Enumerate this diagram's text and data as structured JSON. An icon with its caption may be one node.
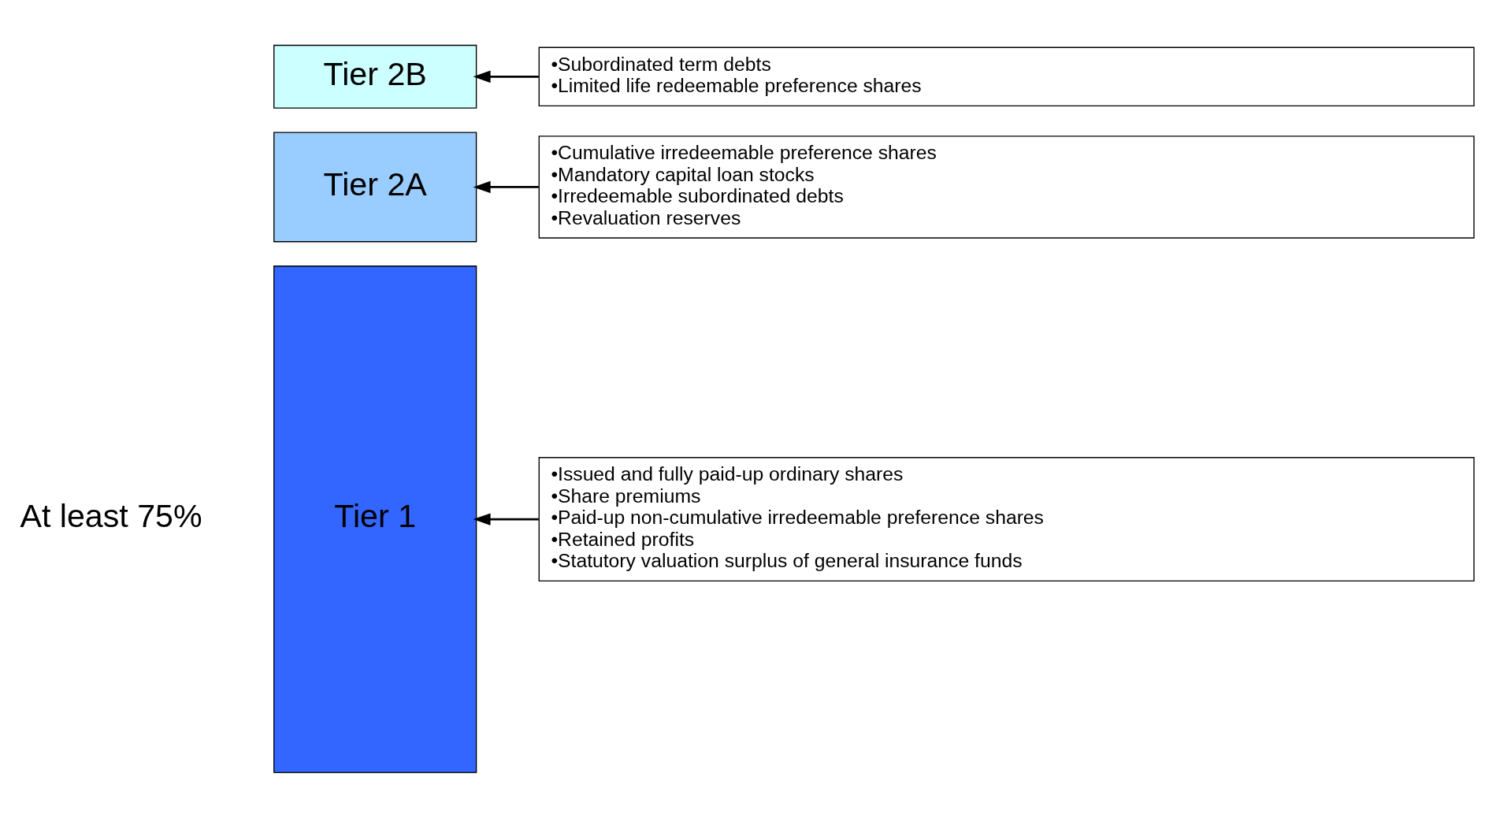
{
  "diagram": {
    "nodes": [
      {
        "text": [
          "Tier 2B"
        ]
      },
      {
        "text": [
          "Tier 2A"
        ]
      },
      {
        "text": [
          "Tier 1"
        ]
      },
      {
        "text": [
          "•Subordinated term debts",
          "•Limited life redeemable preference shares"
        ]
      },
      {
        "text": [
          "•Cumulative irredeemable preference shares",
          "•Mandatory capital loan stocks",
          "•Irredeemable subordinated debts",
          "•Revaluation reserves"
        ]
      },
      {
        "text": [
          "•Issued and fully paid-up ordinary shares",
          "•Share premiums",
          "•Paid-up non-cumulative irredeemable preference shares",
          "•Retained profits",
          "•Statutory valuation surplus of general insurance funds"
        ]
      }
    ],
    "edges": [
      {
        "from": 3,
        "to": 0,
        "arrow": "to"
      },
      {
        "from": 4,
        "to": 1,
        "arrow": "to"
      },
      {
        "from": 5,
        "to": 2,
        "arrow": "to"
      }
    ],
    "labels": [
      "At least 75%"
    ]
  }
}
